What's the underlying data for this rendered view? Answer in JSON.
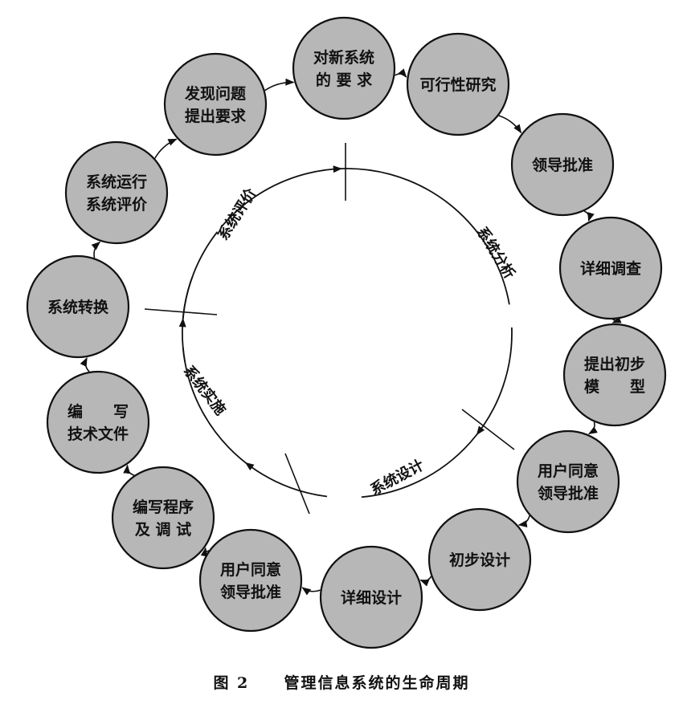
{
  "stages": [
    {
      "lines": [
        "对新系统",
        "的 要 求"
      ]
    },
    {
      "lines": [
        "可行性研究"
      ]
    },
    {
      "lines": [
        "领导批准"
      ]
    },
    {
      "lines": [
        "详细调查"
      ]
    },
    {
      "lines": [
        "提出初步",
        "模　　型"
      ]
    },
    {
      "lines": [
        "用户同意",
        "领导批准"
      ]
    },
    {
      "lines": [
        "初步设计"
      ]
    },
    {
      "lines": [
        "详细设计"
      ]
    },
    {
      "lines": [
        "用户同意",
        "领导批准"
      ]
    },
    {
      "lines": [
        "编写程序",
        "及 调 试"
      ]
    },
    {
      "lines": [
        "编　　写",
        "技术文件"
      ]
    },
    {
      "lines": [
        "系统转换"
      ]
    },
    {
      "lines": [
        "系统运行",
        "系统评价"
      ]
    },
    {
      "lines": [
        "发现问题",
        "提出要求"
      ]
    }
  ],
  "phases": [
    {
      "label": "系统分析"
    },
    {
      "label": "系统设计"
    },
    {
      "label": "系统实施"
    },
    {
      "label": "系统评价"
    }
  ],
  "caption": {
    "figure": "图 2",
    "title": "管理信息系统的生命周期"
  },
  "colors": {
    "node_fill": "#b7b7b7",
    "stroke": "#111111"
  }
}
